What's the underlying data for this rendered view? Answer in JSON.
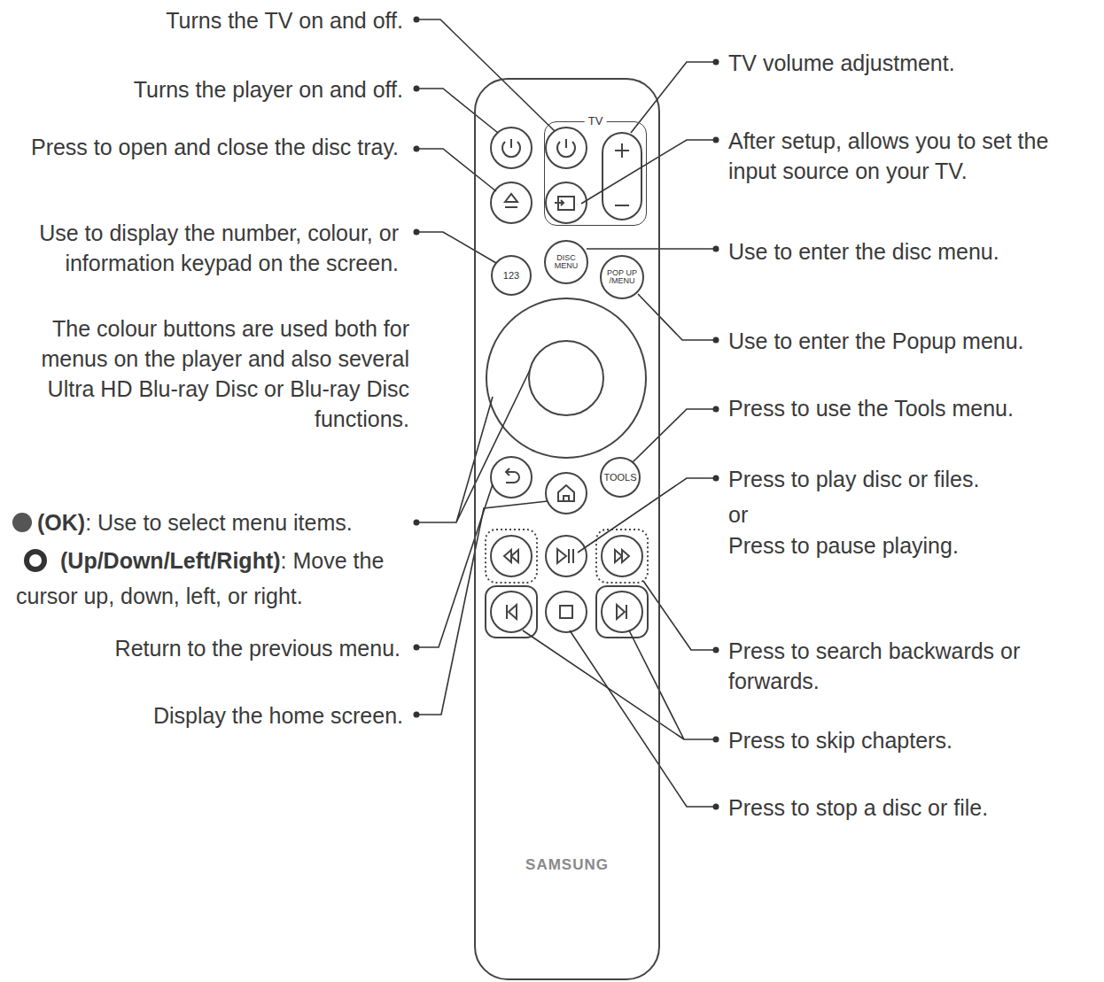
{
  "diagram": {
    "nodes": [
      {
        "text": [
          "SAMSUNG"
        ]
      },
      {
        "text": [
          "TV"
        ],
        "in": 0
      },
      {
        "text": [
          "123"
        ],
        "in": 0
      },
      {
        "text": [
          "DISC MENU"
        ],
        "in": 0
      },
      {
        "text": [
          "POP UP /MENU"
        ],
        "in": 0
      },
      {
        "text": [
          "TOOLS"
        ],
        "in": 0
      }
    ],
    "labels": [
      "Turns the TV on and off.",
      "Turns the player on and off.",
      "Press to open and close the disc tray.",
      "Use to display the number, colour, or information keypad on the screen.",
      "The colour buttons are used both for menus on the player and also several Ultra HD Blu-ray Disc or Blu-ray Disc functions.",
      "(OK)",
      ": Use to select menu items.",
      "(Up/Down/Left/Right)",
      ": Move the cursor up, down, left, or right.",
      "Return to the previous menu.",
      "Display the home screen.",
      "TV volume adjustment.",
      "After setup, allows you to set the input source on your TV.",
      "Use to enter the disc menu.",
      "Use to enter the Popup menu.",
      "Press to use the Tools menu.",
      "Press to play disc or files.",
      "or",
      "Press to pause playing.",
      "Press to search backwards or forwards.",
      "Press to skip chapters.",
      "Press to stop a disc or file."
    ]
  }
}
